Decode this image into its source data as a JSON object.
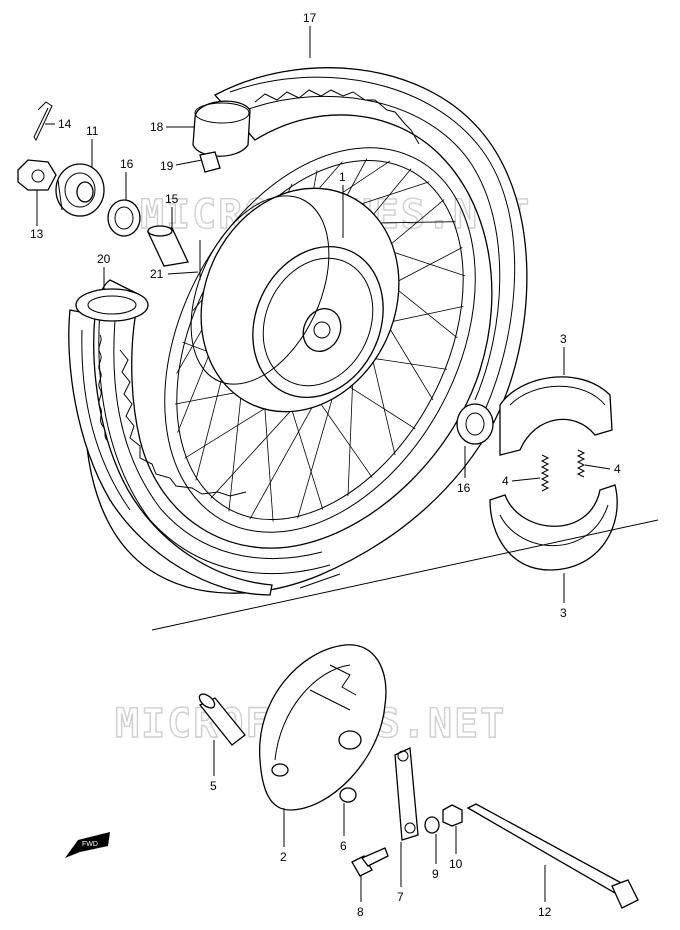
{
  "watermark": "MICROFICHES.NET",
  "fwd_label": "FWD",
  "callouts": [
    {
      "id": "17",
      "label": "17"
    },
    {
      "id": "14",
      "label": "14"
    },
    {
      "id": "11",
      "label": "11"
    },
    {
      "id": "18",
      "label": "18"
    },
    {
      "id": "16a",
      "label": "16"
    },
    {
      "id": "19",
      "label": "19"
    },
    {
      "id": "1",
      "label": "1"
    },
    {
      "id": "13",
      "label": "13"
    },
    {
      "id": "15",
      "label": "15"
    },
    {
      "id": "21",
      "label": "21"
    },
    {
      "id": "20",
      "label": "20"
    },
    {
      "id": "3a",
      "label": "3"
    },
    {
      "id": "4a",
      "label": "4"
    },
    {
      "id": "4b",
      "label": "4"
    },
    {
      "id": "16b",
      "label": "16"
    },
    {
      "id": "3b",
      "label": "3"
    },
    {
      "id": "5",
      "label": "5"
    },
    {
      "id": "2",
      "label": "2"
    },
    {
      "id": "6",
      "label": "6"
    },
    {
      "id": "7",
      "label": "7"
    },
    {
      "id": "9",
      "label": "9"
    },
    {
      "id": "10",
      "label": "10"
    },
    {
      "id": "8",
      "label": "8"
    },
    {
      "id": "12",
      "label": "12"
    }
  ]
}
